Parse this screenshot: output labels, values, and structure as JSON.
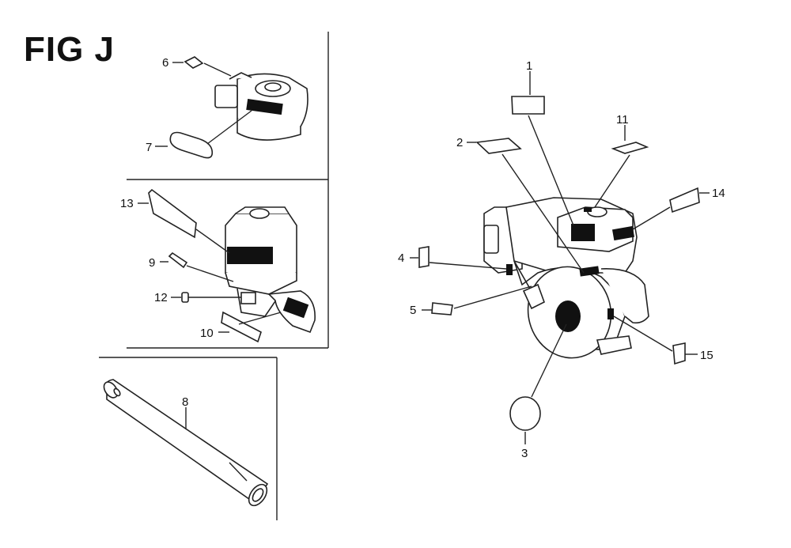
{
  "figure": {
    "title": "FIG J"
  },
  "callouts": {
    "c1": "1",
    "c2": "2",
    "c3": "3",
    "c4": "4",
    "c5": "5",
    "c6": "6",
    "c7": "7",
    "c8": "8",
    "c9": "9",
    "c10": "10",
    "c11": "11",
    "c12": "12",
    "c13": "13",
    "c14": "14",
    "c15": "15"
  }
}
